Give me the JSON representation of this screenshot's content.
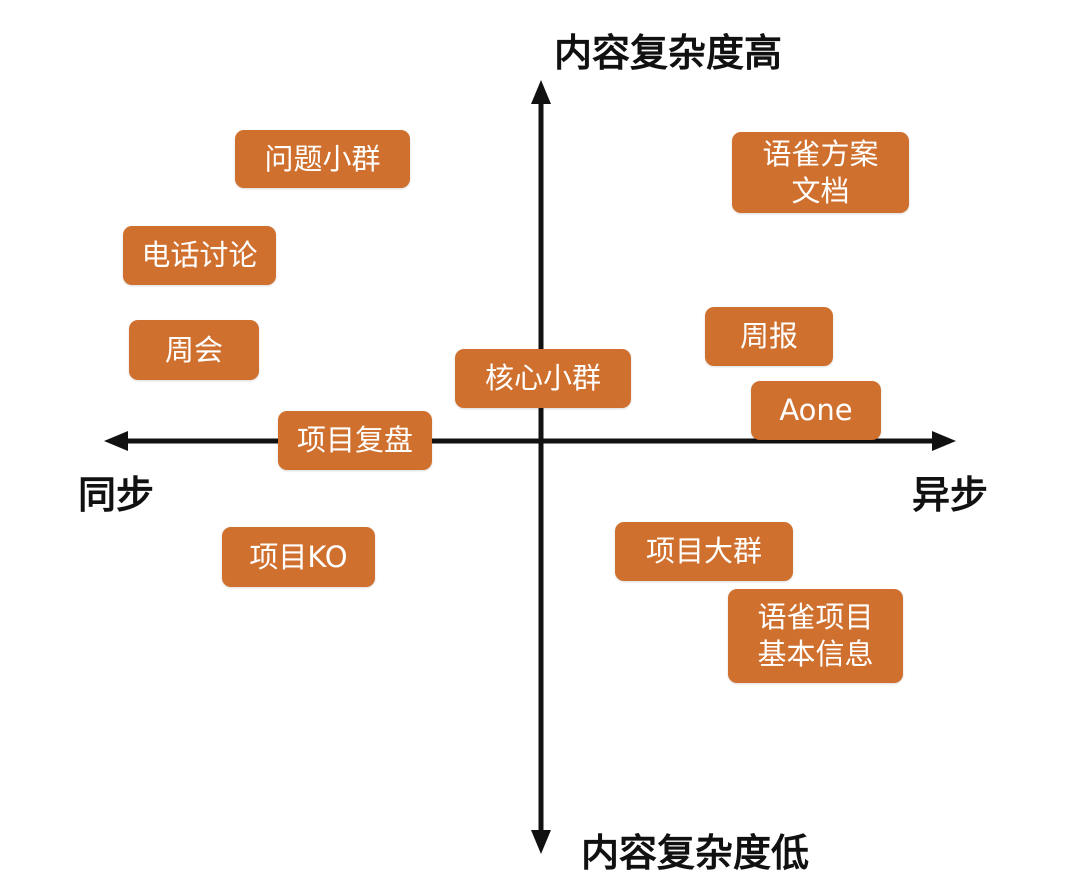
{
  "colors": {
    "tag_fill": "#D0702E",
    "axis": "#111111",
    "text_on_tag": "#ffffff",
    "background": "#ffffff"
  },
  "axes": {
    "top_label": "内容复杂度高",
    "bottom_label": "内容复杂度低",
    "left_label": "同步",
    "right_label": "异步"
  },
  "tags": [
    {
      "id": "wenti-xiaoqun",
      "lines": [
        "问题小群"
      ]
    },
    {
      "id": "dianhua-taolun",
      "lines": [
        "电话讨论"
      ]
    },
    {
      "id": "zhouhui",
      "lines": [
        "周会"
      ]
    },
    {
      "id": "xiangmu-fupan",
      "lines": [
        "项目复盘"
      ]
    },
    {
      "id": "xiangmu-ko",
      "lines": [
        "项目KO"
      ]
    },
    {
      "id": "hexin-xiaoqun",
      "lines": [
        "核心小群"
      ]
    },
    {
      "id": "yuque-fangan",
      "lines": [
        "语雀方案",
        "文档"
      ]
    },
    {
      "id": "zhoubao",
      "lines": [
        "周报"
      ]
    },
    {
      "id": "aone",
      "lines": [
        "Aone"
      ]
    },
    {
      "id": "xiangmu-daqun",
      "lines": [
        "项目大群"
      ]
    },
    {
      "id": "yuque-xiangmu",
      "lines": [
        "语雀项目",
        "基本信息"
      ]
    }
  ]
}
